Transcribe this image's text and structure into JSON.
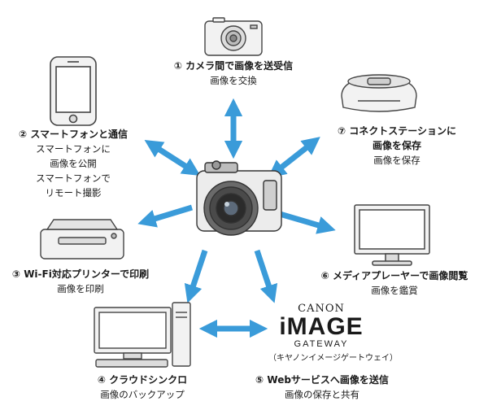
{
  "nodes": {
    "camera_to_camera": {
      "title": "① カメラ間で画像を送受信",
      "desc": [
        "画像を交換"
      ]
    },
    "smartphone": {
      "title": "② スマートフォンと通信",
      "desc": [
        "スマートフォンに",
        "画像を公開",
        "スマートフォンで",
        "リモート撮影"
      ]
    },
    "printer": {
      "title": "③ Wi-Fi対応プリンターで印刷",
      "desc": [
        "画像を印刷"
      ]
    },
    "cloud_sync": {
      "title": "④ クラウドシンクロ",
      "desc": [
        "画像のバックアップ"
      ]
    },
    "web_service": {
      "title": "⑤ Webサービスへ画像を送信",
      "desc": [
        "画像の保存と共有"
      ]
    },
    "media_player": {
      "title": "⑥ メディアプレーヤーで画像閲覧",
      "desc": [
        "画像を鑑賞"
      ]
    },
    "connect_station": {
      "title": "⑦ コネクトステーションに",
      "title2": "画像を保存",
      "desc": [
        "画像を保存"
      ]
    }
  },
  "logo": {
    "brand": "CANON",
    "mark": "iMAGE",
    "gateway": "GATEWAY",
    "kana": "（キヤノンイメージゲートウェイ）"
  },
  "colors": {
    "arrow": "#3a9bd9",
    "device_stroke": "#444444",
    "device_fill": "#f2f2f2"
  }
}
